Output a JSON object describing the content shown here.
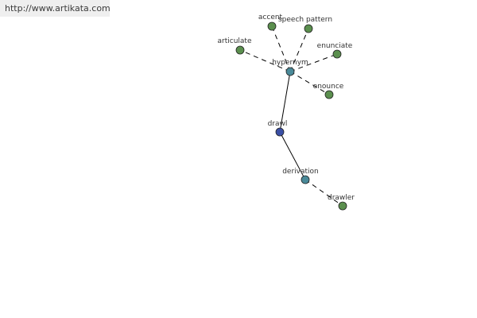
{
  "banner": {
    "url": "http://www.artikata.com"
  },
  "colors": {
    "leaf": "#5b8f4e",
    "relation": "#4a8a99",
    "center": "#3a4fa5",
    "edge": "#000000",
    "label": "#333333"
  },
  "nodes": [
    {
      "id": "drawl",
      "label": "drawl",
      "kind": "center"
    },
    {
      "id": "hypernym",
      "label": "hypernym",
      "kind": "relation"
    },
    {
      "id": "derivation",
      "label": "derivation",
      "kind": "relation"
    },
    {
      "id": "accent",
      "label": "accent",
      "kind": "leaf"
    },
    {
      "id": "speech-pattern",
      "label": "speech pattern",
      "kind": "leaf"
    },
    {
      "id": "articulate",
      "label": "articulate",
      "kind": "leaf"
    },
    {
      "id": "enunciate",
      "label": "enunciate",
      "kind": "leaf"
    },
    {
      "id": "enounce",
      "label": "enounce",
      "kind": "leaf"
    },
    {
      "id": "drawler",
      "label": "drawler",
      "kind": "leaf"
    }
  ],
  "edges": [
    {
      "from": "drawl",
      "to": "hypernym",
      "style": "solid"
    },
    {
      "from": "drawl",
      "to": "derivation",
      "style": "solid"
    },
    {
      "from": "hypernym",
      "to": "accent",
      "style": "dashed"
    },
    {
      "from": "hypernym",
      "to": "speech-pattern",
      "style": "dashed"
    },
    {
      "from": "hypernym",
      "to": "articulate",
      "style": "dashed"
    },
    {
      "from": "hypernym",
      "to": "enunciate",
      "style": "dashed"
    },
    {
      "from": "hypernym",
      "to": "enounce",
      "style": "dashed"
    },
    {
      "from": "derivation",
      "to": "drawler",
      "style": "dashed"
    }
  ]
}
